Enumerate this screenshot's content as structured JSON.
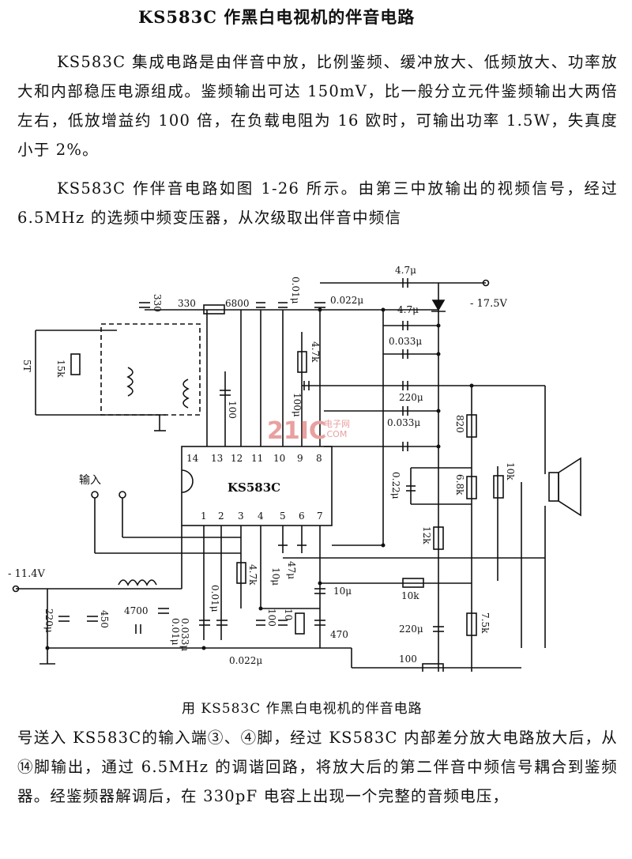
{
  "title": "KS583C 作黑白电视机的伴音电路",
  "paragraphs": [
    "KS583C 集成电路是由伴音中放，比例鉴频、缓冲放大、低频放大、功率放大和内部稳压电源组成。鉴频输出可达 150mV，比一般分立元件鉴频输出大两倍左右，低放增益约 100 倍，在负载电阻为 16 欧时，可输出功率 1.5W，失真度小于 2%。",
    "KS583C 作伴音电路如图 1-26 所示。由第三中放输出的视频信号，经过 6.5MHz 的选频中频变压器，从次级取出伴音中频信",
    "号送入 KS583C的输入端③、④脚，经过 KS583C 内部差分放大电路放大后，从⑭脚输出，通过 6.5MHz 的调谐回路，将放大后的第二伴音中频信号耦合到鉴频器。经鉴频器解调后，在 330pF 电容上出现一个完整的音频电压，"
  ],
  "caption": "用 KS583C 作黑白电视机的伴音电路",
  "schematic": {
    "ic_name": "KS583C",
    "pins_top": [
      "14",
      "13",
      "12",
      "11",
      "10",
      "9",
      "8"
    ],
    "pins_bottom": [
      "1",
      "2",
      "3",
      "4",
      "5",
      "6",
      "7"
    ],
    "input_label": "输入",
    "supply_left": "- 11.4V",
    "supply_right": "- 17.5V",
    "watermark_main": "21IC",
    "watermark_cn": "电子网",
    "watermark_url": ".COM",
    "labels": {
      "c_4p7u_top": "4.7μ",
      "c_4p7u_2": "4.7μ",
      "r_330": "330",
      "r_330_2": "330",
      "c_6800": "6800",
      "c_0p01u_top": "0.01μ",
      "c_0p022u_top": "0.022μ",
      "c_0p033u_a": "0.033μ",
      "c_0p033u_b": "0.033μ",
      "r_4p7k_top": "4.7k",
      "c_100u": "100μ",
      "c_220u_r": "220μ",
      "r_820": "820",
      "c_0p22u": "0.22μ",
      "r_6p8k": "6.8k",
      "r_12k": "12k",
      "pot_10k": "10k",
      "l_5t": "5T",
      "r_15k": "15k",
      "c_100": "100",
      "c_220u_l": "220μ",
      "c_450": "450",
      "c_4700": "4700",
      "c_0p01u_b": "0.01μ",
      "c_0p033u_c": "0.033μ",
      "c_0p01u_c": "0.01μ",
      "c_0p022u_b": "0.022μ",
      "r_4p7k_b": "4.7k",
      "c_10u": "10μ",
      "c_47u": "47μ",
      "c_100_b": "100",
      "r_10": "10",
      "c_10u_b": "10μ",
      "c_470": "470",
      "r_10k": "10k",
      "c_220u_b": "220μ",
      "r_7p5k": "7.5k",
      "r_100": "100"
    }
  }
}
